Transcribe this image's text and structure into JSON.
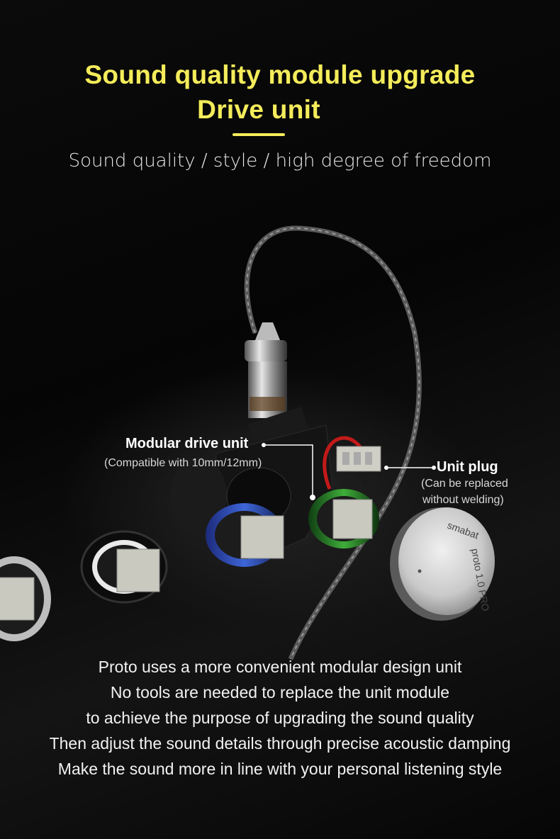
{
  "heading": {
    "line1": "Sound quality module upgrade",
    "line2": "Drive unit",
    "accent_color": "#f4ec5a"
  },
  "subtitle": "Sound quality / style / high degree of freedom",
  "callouts": {
    "modular_unit": {
      "label": "Modular drive unit",
      "note": "(Compatible with 10mm/12mm)"
    },
    "unit_plug": {
      "label": "Unit plug",
      "note_line1": "(Can be replaced",
      "note_line2": "without welding)"
    }
  },
  "product_engraving": {
    "text1": "smabat",
    "text2": "proto 1.0 PRO"
  },
  "description_lines": [
    "Proto uses a more convenient modular design unit",
    "No tools are needed to replace the unit module",
    "to achieve the purpose of upgrading the sound quality",
    "Then adjust the sound details through precise acoustic damping",
    "Make the sound  more in line with your personal listening style"
  ]
}
